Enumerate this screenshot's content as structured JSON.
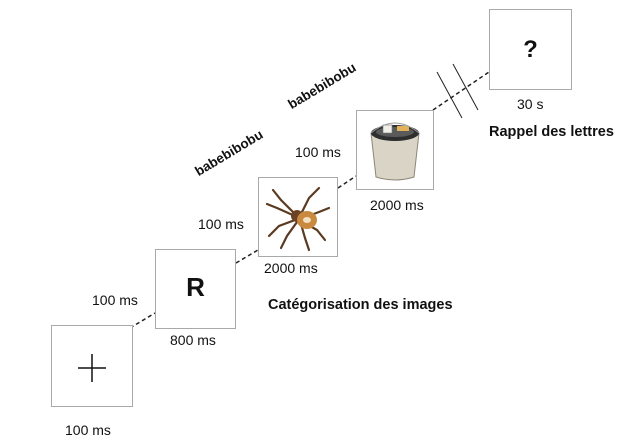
{
  "frames": [
    {
      "content": "fixation-cross",
      "duration": "100 ms"
    },
    {
      "content": "letter",
      "letter": "R",
      "duration": "800 ms"
    },
    {
      "content": "spider-image",
      "duration": "2000 ms"
    },
    {
      "content": "bucket-image",
      "duration": "2000 ms"
    },
    {
      "content": "question-mark",
      "symbol": "?",
      "duration": "30 s"
    }
  ],
  "isi_labels": [
    "100 ms",
    "100 ms",
    "100 ms"
  ],
  "distractors": [
    "babebibobu",
    "babebibobu"
  ],
  "phases": {
    "categorization": "Catégorisation des images",
    "recall": "Rappel des lettres"
  }
}
